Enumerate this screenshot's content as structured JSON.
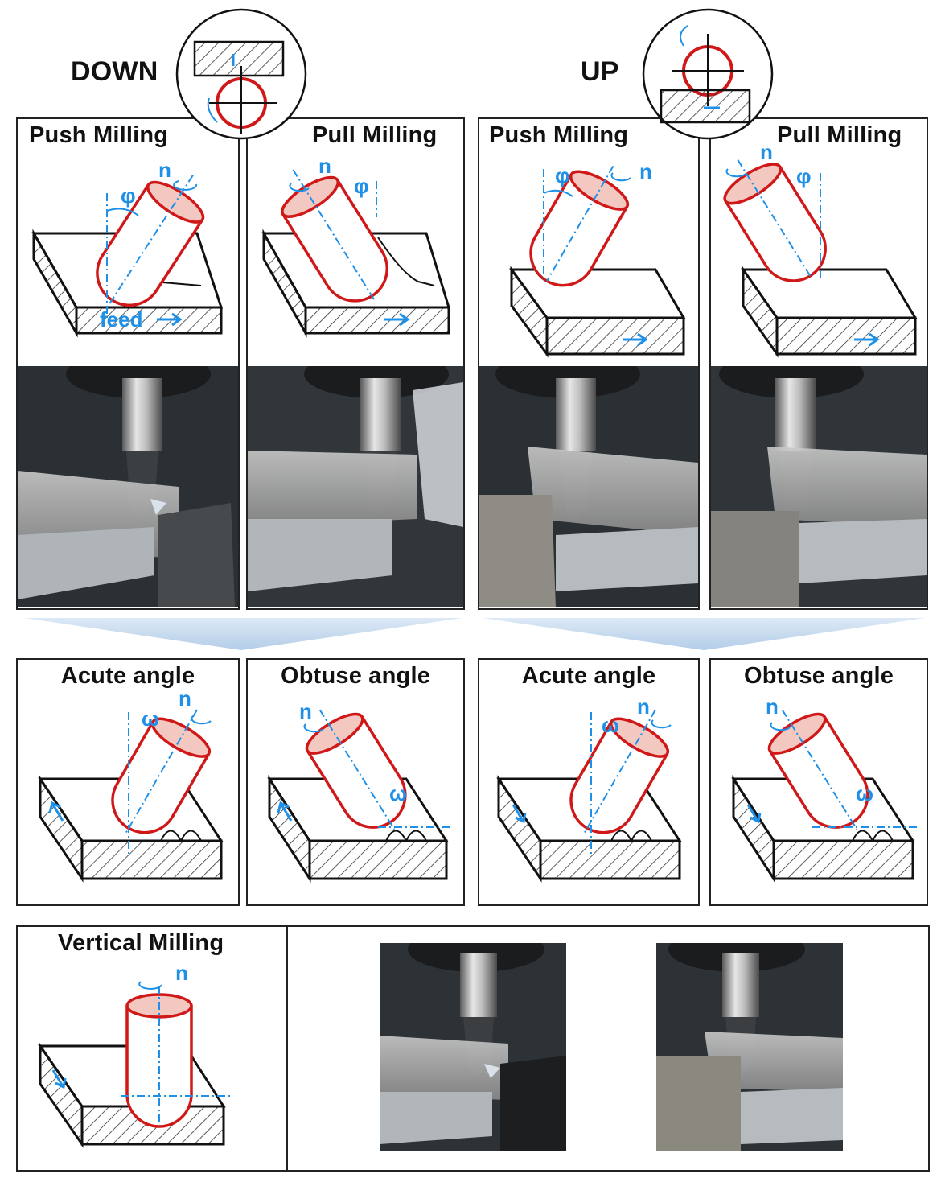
{
  "header": {
    "down_label": "DOWN",
    "up_label": "UP"
  },
  "row1": {
    "panels": [
      {
        "title": "Push Milling",
        "angle_symbol": "φ",
        "rotation_symbol": "n",
        "feed_label": "feed"
      },
      {
        "title": "Pull Milling",
        "angle_symbol": "φ",
        "rotation_symbol": "n"
      },
      {
        "title": "Push Milling",
        "angle_symbol": "φ",
        "rotation_symbol": "n"
      },
      {
        "title": "Pull Milling",
        "angle_symbol": "φ",
        "rotation_symbol": "n"
      }
    ]
  },
  "row2": {
    "panels": [
      {
        "title": "Acute angle",
        "angle_symbol": "ω",
        "rotation_symbol": "n"
      },
      {
        "title": "Obtuse angle",
        "angle_symbol": "ω",
        "rotation_symbol": "n"
      },
      {
        "title": "Acute angle",
        "angle_symbol": "ω",
        "rotation_symbol": "n"
      },
      {
        "title": "Obtuse angle",
        "angle_symbol": "ω",
        "rotation_symbol": "n"
      }
    ]
  },
  "row3": {
    "title": "Vertical Milling",
    "rotation_symbol": "n"
  },
  "colors": {
    "tool_outline": "#d01818",
    "tool_face": "#f2c8c0",
    "annotation_blue": "#1e90e8",
    "frame": "#222222",
    "arrow_band": "#c9dcf0"
  }
}
